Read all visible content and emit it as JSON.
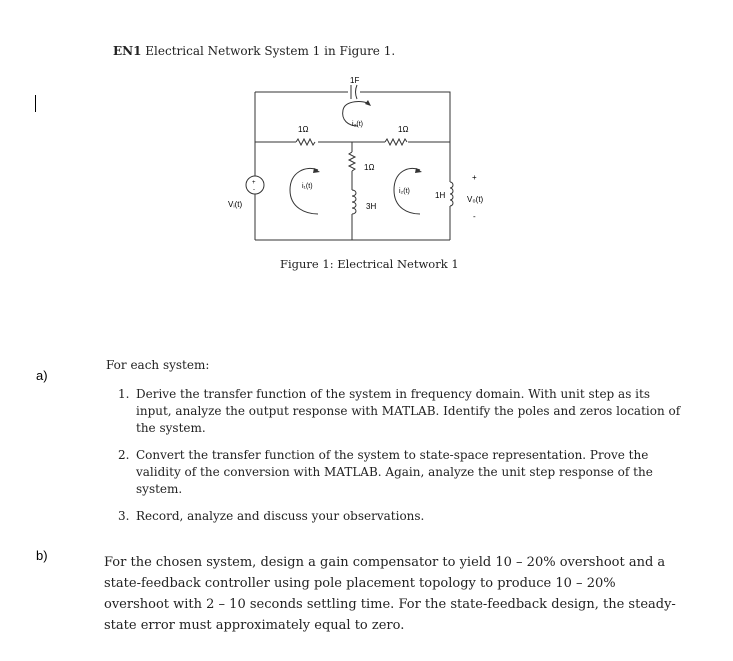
{
  "heading": {
    "bold": "EN1",
    "rest": "Electrical Network System 1 in Figure 1."
  },
  "circuit": {
    "capacitor": "1F",
    "r_left": "1Ω",
    "r_right": "1Ω",
    "r_middle": "1Ω",
    "i3": "i₃(t)",
    "i1": "i₁(t)",
    "i2": "i₂(t)",
    "l_middle": "3H",
    "l_right": "1H",
    "vi": "Vᵢ(t)",
    "vo": "V₀(t)",
    "plus": "+",
    "minus": "-",
    "src_plus": "+",
    "src_minus": "-"
  },
  "caption": "Figure 1: Electrical Network 1",
  "parts": {
    "a": "a)",
    "b": "b)"
  },
  "part_a": {
    "lead": "For each system:",
    "tasks": [
      {
        "num": "1.",
        "text": "Derive the transfer function of the system in frequency domain. With unit step as its input, analyze the output response with MATLAB. Identify the poles and zeros location of the system."
      },
      {
        "num": "2.",
        "text": "Convert the transfer function of the system to state-space representation. Prove the validity of the conversion with MATLAB. Again, analyze the unit step response of the system."
      },
      {
        "num": "3.",
        "text": "Record, analyze and discuss your observations."
      }
    ]
  },
  "part_b": {
    "text": "For the chosen system, design a gain compensator to yield 10 – 20% overshoot and a state-feedback controller using pole placement topology to produce 10 – 20% overshoot with 2 – 10 seconds settling time. For the state-feedback design, the steady-state error must approximately equal to zero."
  }
}
